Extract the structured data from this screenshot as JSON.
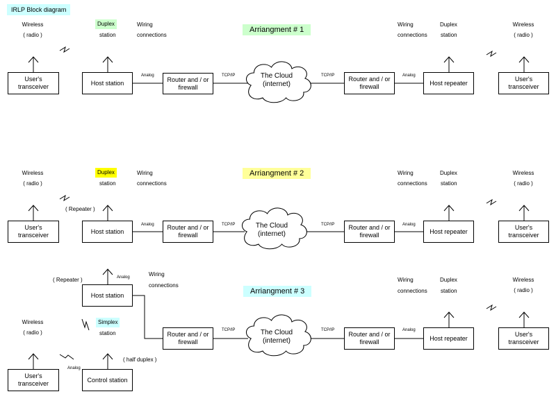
{
  "title": "IRLP Block diagram",
  "colors": {
    "title_bg": "#ccffff",
    "duplex_green": "#ccffcc",
    "duplex_yellow": "#ffff00",
    "simplex_cyan": "#ccffff",
    "arr1_bg": "#ccffcc",
    "arr2_bg": "#ffff99",
    "arr3_bg": "#ccffff"
  },
  "labels": {
    "wireless": "Wireless",
    "radio": "( radio )",
    "duplex": "Duplex",
    "station": "station",
    "wiring": "Wiring",
    "connections": "connections",
    "analog": "Analog",
    "tcpip": "TCP/IP",
    "repeater": "( Repeater )",
    "simplex": "Simplex",
    "half_duplex": "( half duplex )"
  },
  "boxes": {
    "users_line1": "User's",
    "users_line2": "transceiver",
    "host_station": "Host station",
    "router_line1": "Router and / or",
    "router_line2": "firewall",
    "host_repeater": "Host repeater",
    "control_station": "Control station"
  },
  "cloud": {
    "line1": "The Cloud",
    "line2": "(internet)"
  },
  "arrangements": {
    "a1": "Arriangment # 1",
    "a2": "Arriangment # 2",
    "a3": "Arriangment # 3"
  }
}
